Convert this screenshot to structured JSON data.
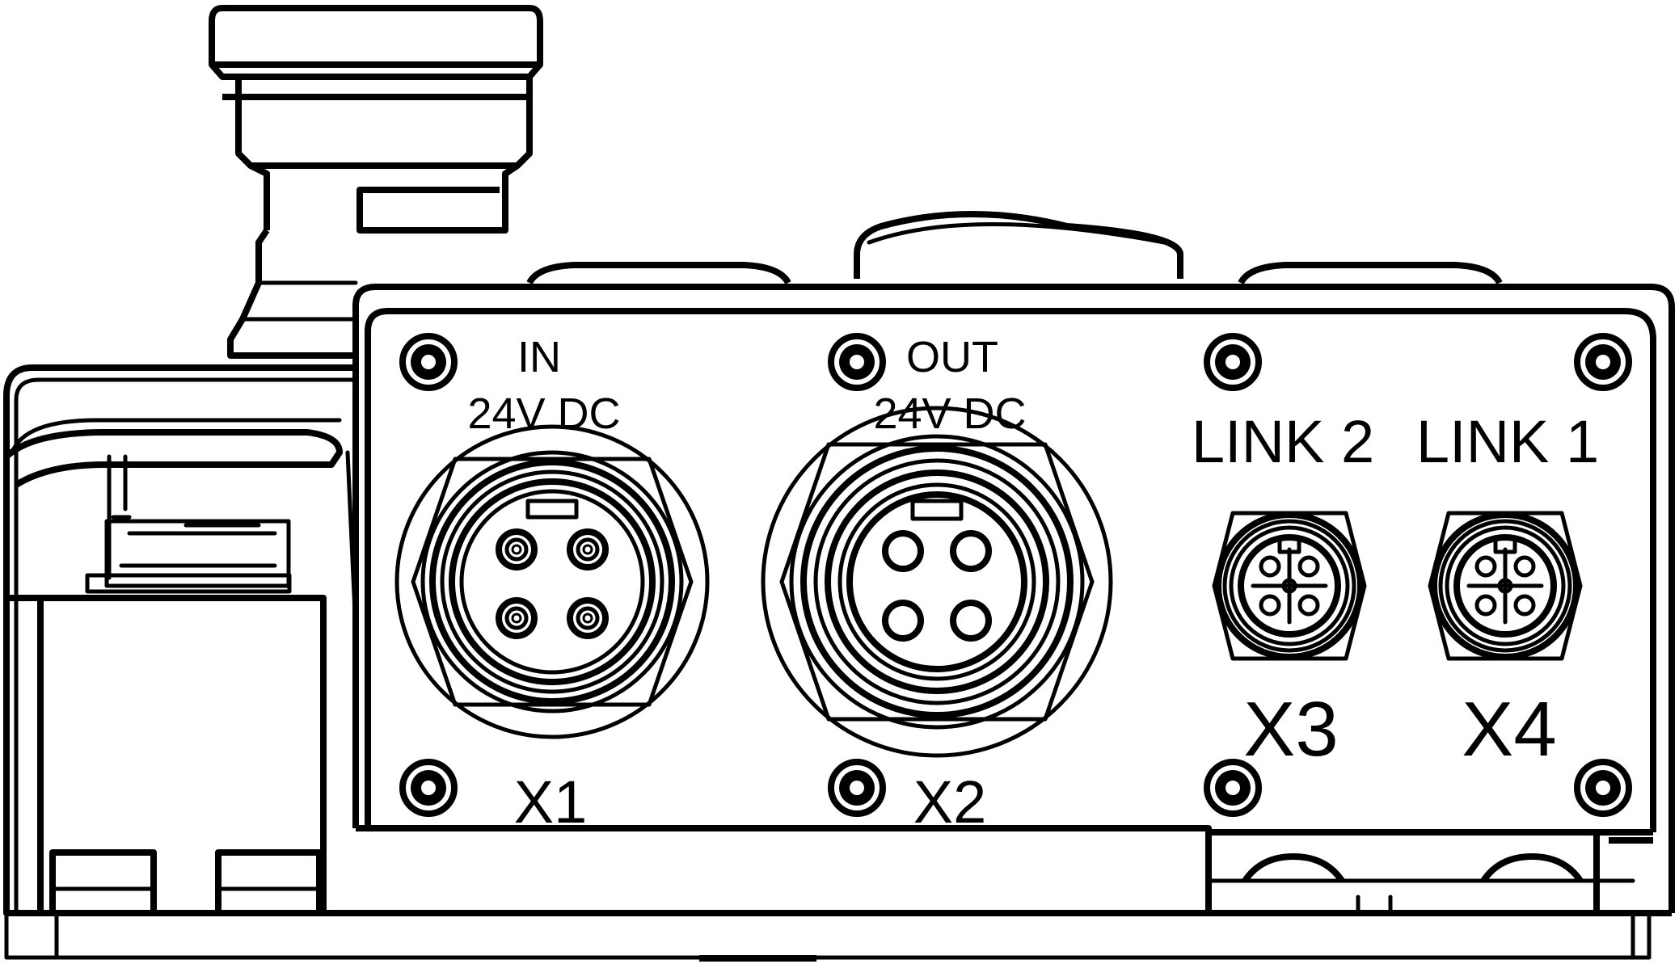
{
  "labels": {
    "x1_top": "IN",
    "x1_voltage": "24V DC",
    "x1_id": "X1",
    "x2_top": "OUT",
    "x2_voltage": "24V DC",
    "x2_id": "X2",
    "x3_top": "LINK 2",
    "x3_id": "X3",
    "x4_top": "LINK 1",
    "x4_id": "X4"
  },
  "connectors": [
    {
      "id": "X1",
      "type": "power-4-pin"
    },
    {
      "id": "X2",
      "type": "power-4-pin"
    },
    {
      "id": "X3",
      "type": "m12-4-pin"
    },
    {
      "id": "X4",
      "type": "m12-4-pin"
    }
  ]
}
